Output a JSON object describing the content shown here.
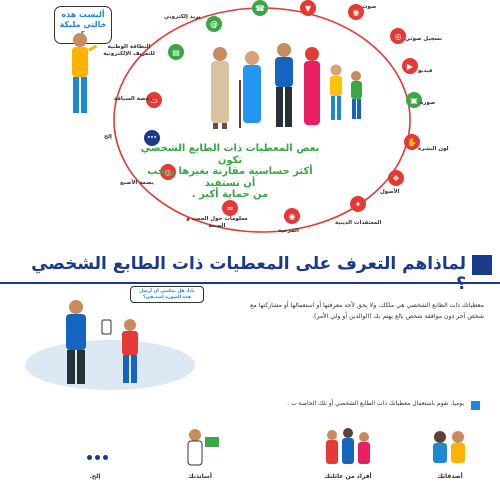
{
  "ring": {
    "nodes": [
      {
        "label": "صوت",
        "icon": "speaking-head-icon",
        "color": "#e53935"
      },
      {
        "label": "تسجيل صوتي",
        "icon": "microphone-icon",
        "color": "#e53935"
      },
      {
        "label": "فيديو",
        "icon": "video-icon",
        "color": "#e53935"
      },
      {
        "label": "صورة",
        "icon": "image-icon",
        "color": "#3aa645"
      },
      {
        "label": "لون البشرة",
        "icon": "hand-icon",
        "color": "#e53935"
      },
      {
        "label": "الأصول",
        "icon": "family-tree-icon",
        "color": "#e53935"
      },
      {
        "label": "المعتقدات الدينية",
        "icon": "religion-icon",
        "color": "#e53935"
      },
      {
        "label": "القزحية",
        "icon": "eye-icon",
        "color": "#e53935"
      },
      {
        "label": "معلومات حول الجسد و الصحة",
        "icon": "dna-icon",
        "color": "#e53935"
      },
      {
        "label": "بصمة الأصبع",
        "icon": "fingerprint-icon",
        "color": "#e53935"
      },
      {
        "label": "إلخ",
        "icon": "more-dots-icon",
        "color": "#1a3a8c"
      },
      {
        "label": "رخصة السياقة",
        "icon": "driving-license-icon",
        "color": "#e53935"
      },
      {
        "label": "البطاقة الوطنية للتعريف الإلكترونية",
        "icon": "id-card-icon",
        "color": "#3aa645"
      },
      {
        "label": "بريد إلكتروني",
        "icon": "at-sign-icon",
        "color": "#3aa645"
      },
      {
        "label": "",
        "icon": "phone-icon",
        "color": "#3aa645"
      },
      {
        "label": "",
        "icon": "location-pin-icon",
        "color": "#e53935"
      }
    ],
    "child_bubble": "أليست هذه\nخالتي مليكة ؟",
    "center_text": "بعض المعطيات ذات الطابع الشخصي تكون\nأكثر حساسية مقارنة بغيرها ويجب أن تستفيد\nمن حماية أكبر ."
  },
  "section": {
    "title": "لماذاهم التعرف على المعطيات ذات الطابع الشخصي ؟",
    "child_bubble": "بابا، هل يمكنني أن أرسل\nهذه الصورة لصديقي؟",
    "paragraph": "معطياتك ذات الطابع الشخصي هي ملكك، ولا يحق لأحد معرفتها أو استعمالها أو مشاركتها مع شخص آخر دون موافقة شخص بالغ يهتم بك (الوالدين أو ولي الأمر).",
    "list_lead": "يوميا، تقوم باستعمال معطياتك ذات الطابع الشخصي أو تلك الخاصة ب :",
    "who": [
      {
        "label": "أصدقائك"
      },
      {
        "label": "أفراد من عائلتك"
      },
      {
        "label": "أساتذتك"
      },
      {
        "label": "إلخ."
      }
    ]
  },
  "colors": {
    "brand_blue": "#1a3a8c",
    "accent_blue": "#1e88d6",
    "red": "#e53935",
    "green": "#3aa645"
  }
}
